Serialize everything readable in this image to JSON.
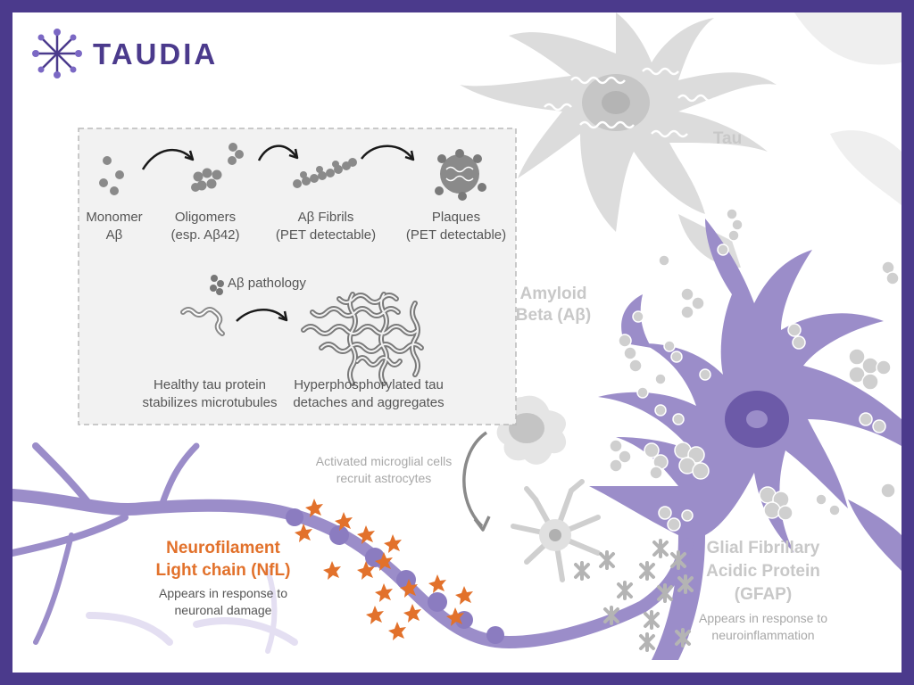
{
  "brand": {
    "name": "TAUDIA",
    "color": "#4b3a8c"
  },
  "colors": {
    "frame": "#4b3a8c",
    "neuron": "#9b8dc9",
    "neuron_dark": "#6c5aa8",
    "grey_cell": "#d9d9d9",
    "nfl": "#e2712b",
    "box_bg": "#f2f2f2"
  },
  "legend_box": {
    "stages": [
      {
        "line1": "Monomer",
        "line2": "Aβ"
      },
      {
        "line1": "Oligomers",
        "line2": "(esp. Aβ42)"
      },
      {
        "line1": "Aβ Fibrils",
        "line2": "(PET detectable)"
      },
      {
        "line1": "Plaques",
        "line2": "(PET detectable)"
      }
    ],
    "abeta_pathology": "Aβ pathology",
    "tau_healthy": {
      "line1": "Healthy tau protein",
      "line2": "stabilizes microtubules"
    },
    "tau_hyper": {
      "line1": "Hyperphosphorylated tau",
      "line2": "detaches and aggregates"
    }
  },
  "labels": {
    "tau": "Tau",
    "amyloid": {
      "line1": "Amyloid",
      "line2": "Beta (Aβ)"
    },
    "microglia": {
      "line1": "Activated microglial cells",
      "line2": "recruit astrocytes"
    },
    "nfl": {
      "line1": "Neurofilament",
      "line2": "Light chain (NfL)",
      "note1": "Appears in response to",
      "note2": "neuronal damage"
    },
    "gfap": {
      "line1": "Glial Fibrillary",
      "line2": "Acidic Protein",
      "line3": "(GFAP)",
      "note1": "Appears in response to",
      "note2": "neuroinflammation"
    }
  }
}
